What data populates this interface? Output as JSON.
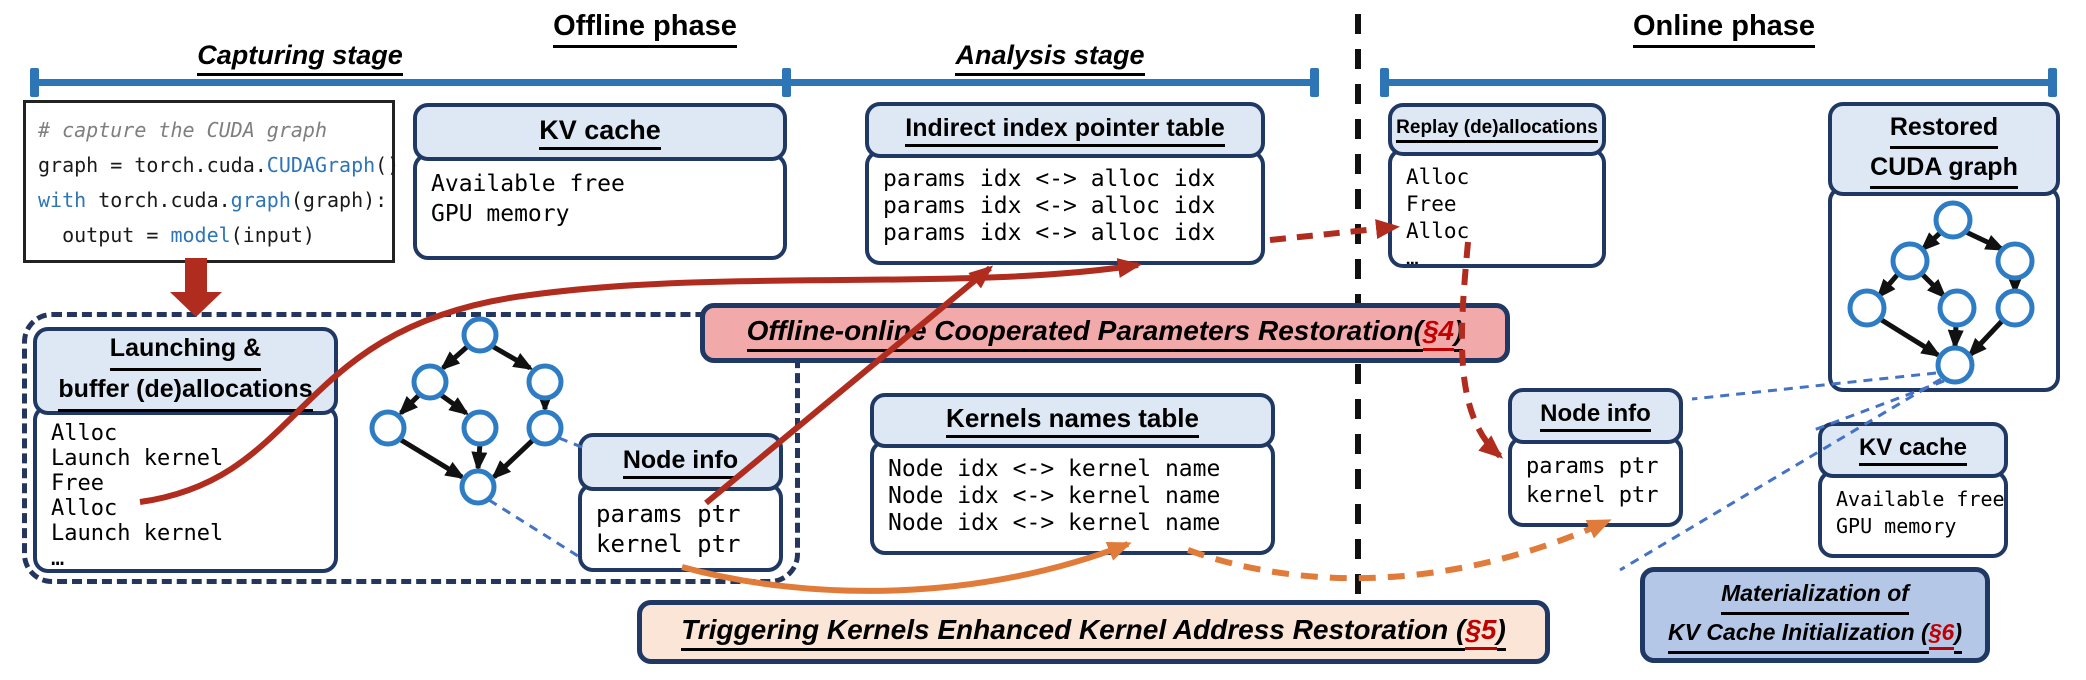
{
  "colors": {
    "navy_border": "#1F3864",
    "header_fill": "#DEE8F5",
    "timeline_blue": "#2E75B6",
    "node_blue": "#2E7CC3",
    "arrow_red": "#B02C1E",
    "arrow_orange": "#E07B39",
    "callout_blue_dashed": "#4472C4",
    "banner_pink": "#F2A9A9",
    "banner_tan": "#FBE5D6",
    "banner_lavender": "#B4C7E7",
    "section_red": "#C00000"
  },
  "phases": {
    "offline": "Offline phase",
    "online": "Online phase"
  },
  "stages": {
    "capturing": "Capturing stage",
    "analysis": "Analysis stage"
  },
  "code": {
    "lines": [
      [
        {
          "t": "# capture the CUDA graph",
          "c": "cm"
        }
      ],
      [
        {
          "t": "graph = torch.cuda.",
          "c": "pl"
        },
        {
          "t": "CUDAGraph",
          "c": "kw"
        },
        {
          "t": "()",
          "c": "pl"
        }
      ],
      [
        {
          "t": "with",
          "c": "kw"
        },
        {
          "t": " torch.cuda.",
          "c": "pl"
        },
        {
          "t": "graph",
          "c": "kw"
        },
        {
          "t": "(graph):",
          "c": "pl"
        }
      ],
      [
        {
          "t": "  output = ",
          "c": "pl"
        },
        {
          "t": "model",
          "c": "kw"
        },
        {
          "t": "(input)",
          "c": "pl"
        }
      ]
    ]
  },
  "boxes": {
    "kv_offline": {
      "title": "KV cache",
      "rows": [
        "Available free",
        "GPU memory"
      ]
    },
    "indirect": {
      "title": "Indirect index pointer table",
      "rows": [
        "params idx <-> alloc idx",
        "params idx <-> alloc idx",
        "params idx <-> alloc idx"
      ]
    },
    "replay": {
      "title": "Replay (de)allocations",
      "rows": [
        "Alloc",
        "Free",
        "Alloc",
        "…"
      ]
    },
    "restored": {
      "title1": "Restored",
      "title2": "CUDA graph"
    },
    "launching": {
      "title1": "Launching &",
      "title2": "buffer (de)allocations",
      "rows": [
        "Alloc",
        "Launch kernel",
        "Free",
        "Alloc",
        "Launch kernel",
        "…"
      ]
    },
    "node_offline": {
      "title": "Node info",
      "rows": [
        "params ptr",
        "kernel ptr"
      ]
    },
    "kernels": {
      "title": "Kernels names table",
      "rows": [
        "Node idx <-> kernel name",
        "Node idx <-> kernel name",
        "Node idx <-> kernel name"
      ]
    },
    "node_online": {
      "title": "Node info",
      "rows": [
        "params ptr",
        "kernel ptr"
      ]
    },
    "kv_online": {
      "title": "KV cache",
      "rows": [
        "Available free",
        "GPU memory"
      ]
    }
  },
  "banners": {
    "s4": {
      "pre": "Offline-online Cooperated Parameters Restoration(",
      "sec": "§4",
      "post": ")"
    },
    "s5": {
      "pre": "Triggering Kernels Enhanced Kernel Address Restoration (",
      "sec": "§5",
      "post": ")"
    },
    "s6": {
      "line1": "Materialization of",
      "pre": "KV Cache Initialization (",
      "sec": "§6",
      "post": ")"
    }
  }
}
